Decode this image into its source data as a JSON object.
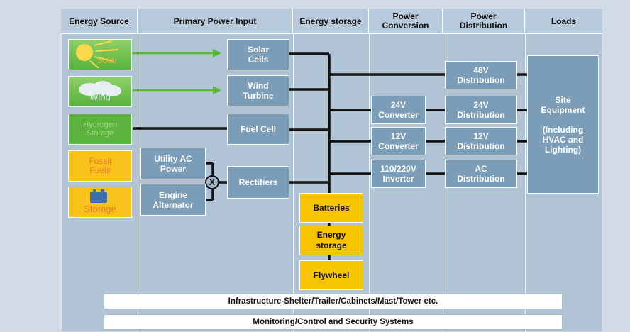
{
  "headers": {
    "energy_source": "Energy Source",
    "primary_power_input": "Primary Power Input",
    "energy_storage": "Energy storage",
    "power_conversion": "Power\nConversion",
    "power_distribution": "Power\nDistribution",
    "loads": "Loads"
  },
  "sources": {
    "solar": "Solar",
    "wind": "Wind",
    "hydrogen": "Hydrogen\nStorage",
    "fossil": "Fossil\nFuels",
    "storage": "Storage"
  },
  "inputs": {
    "solar_cells": "Solar\nCells",
    "wind_turbine": "Wind\nTurbine",
    "fuel_cell": "Fuel Cell",
    "utility_ac": "Utility AC\nPower",
    "engine_alternator": "Engine\nAlternator",
    "rectifiers": "Rectifiers",
    "switch": "X"
  },
  "storage": {
    "batteries": "Batteries",
    "energy_storage": "Energy\nstorage",
    "flywheel": "Flywheel"
  },
  "conversion": {
    "c24": "24V\nConverter",
    "c12": "12V\nConverter",
    "inverter": "110/220V\nInverter"
  },
  "distribution": {
    "d48": "48V\nDistribution",
    "d24": "24V\nDistribution",
    "d12": "12V\nDistribution",
    "dac": "AC\nDistribution"
  },
  "loads": {
    "site_equipment": "Site\nEquipment\n\n(Including\nHVAC and\nLighting)"
  },
  "bars": {
    "infrastructure": "Infrastructure-Shelter/Trailer/Cabinets/Mast/Tower etc.",
    "monitoring": "Monitoring/Control and Security Systems"
  },
  "colors": {
    "blue_box": "#7b9db8",
    "yellow_box": "#f7c400",
    "arrow_green": "#5bb53d",
    "wire": "#111111"
  }
}
